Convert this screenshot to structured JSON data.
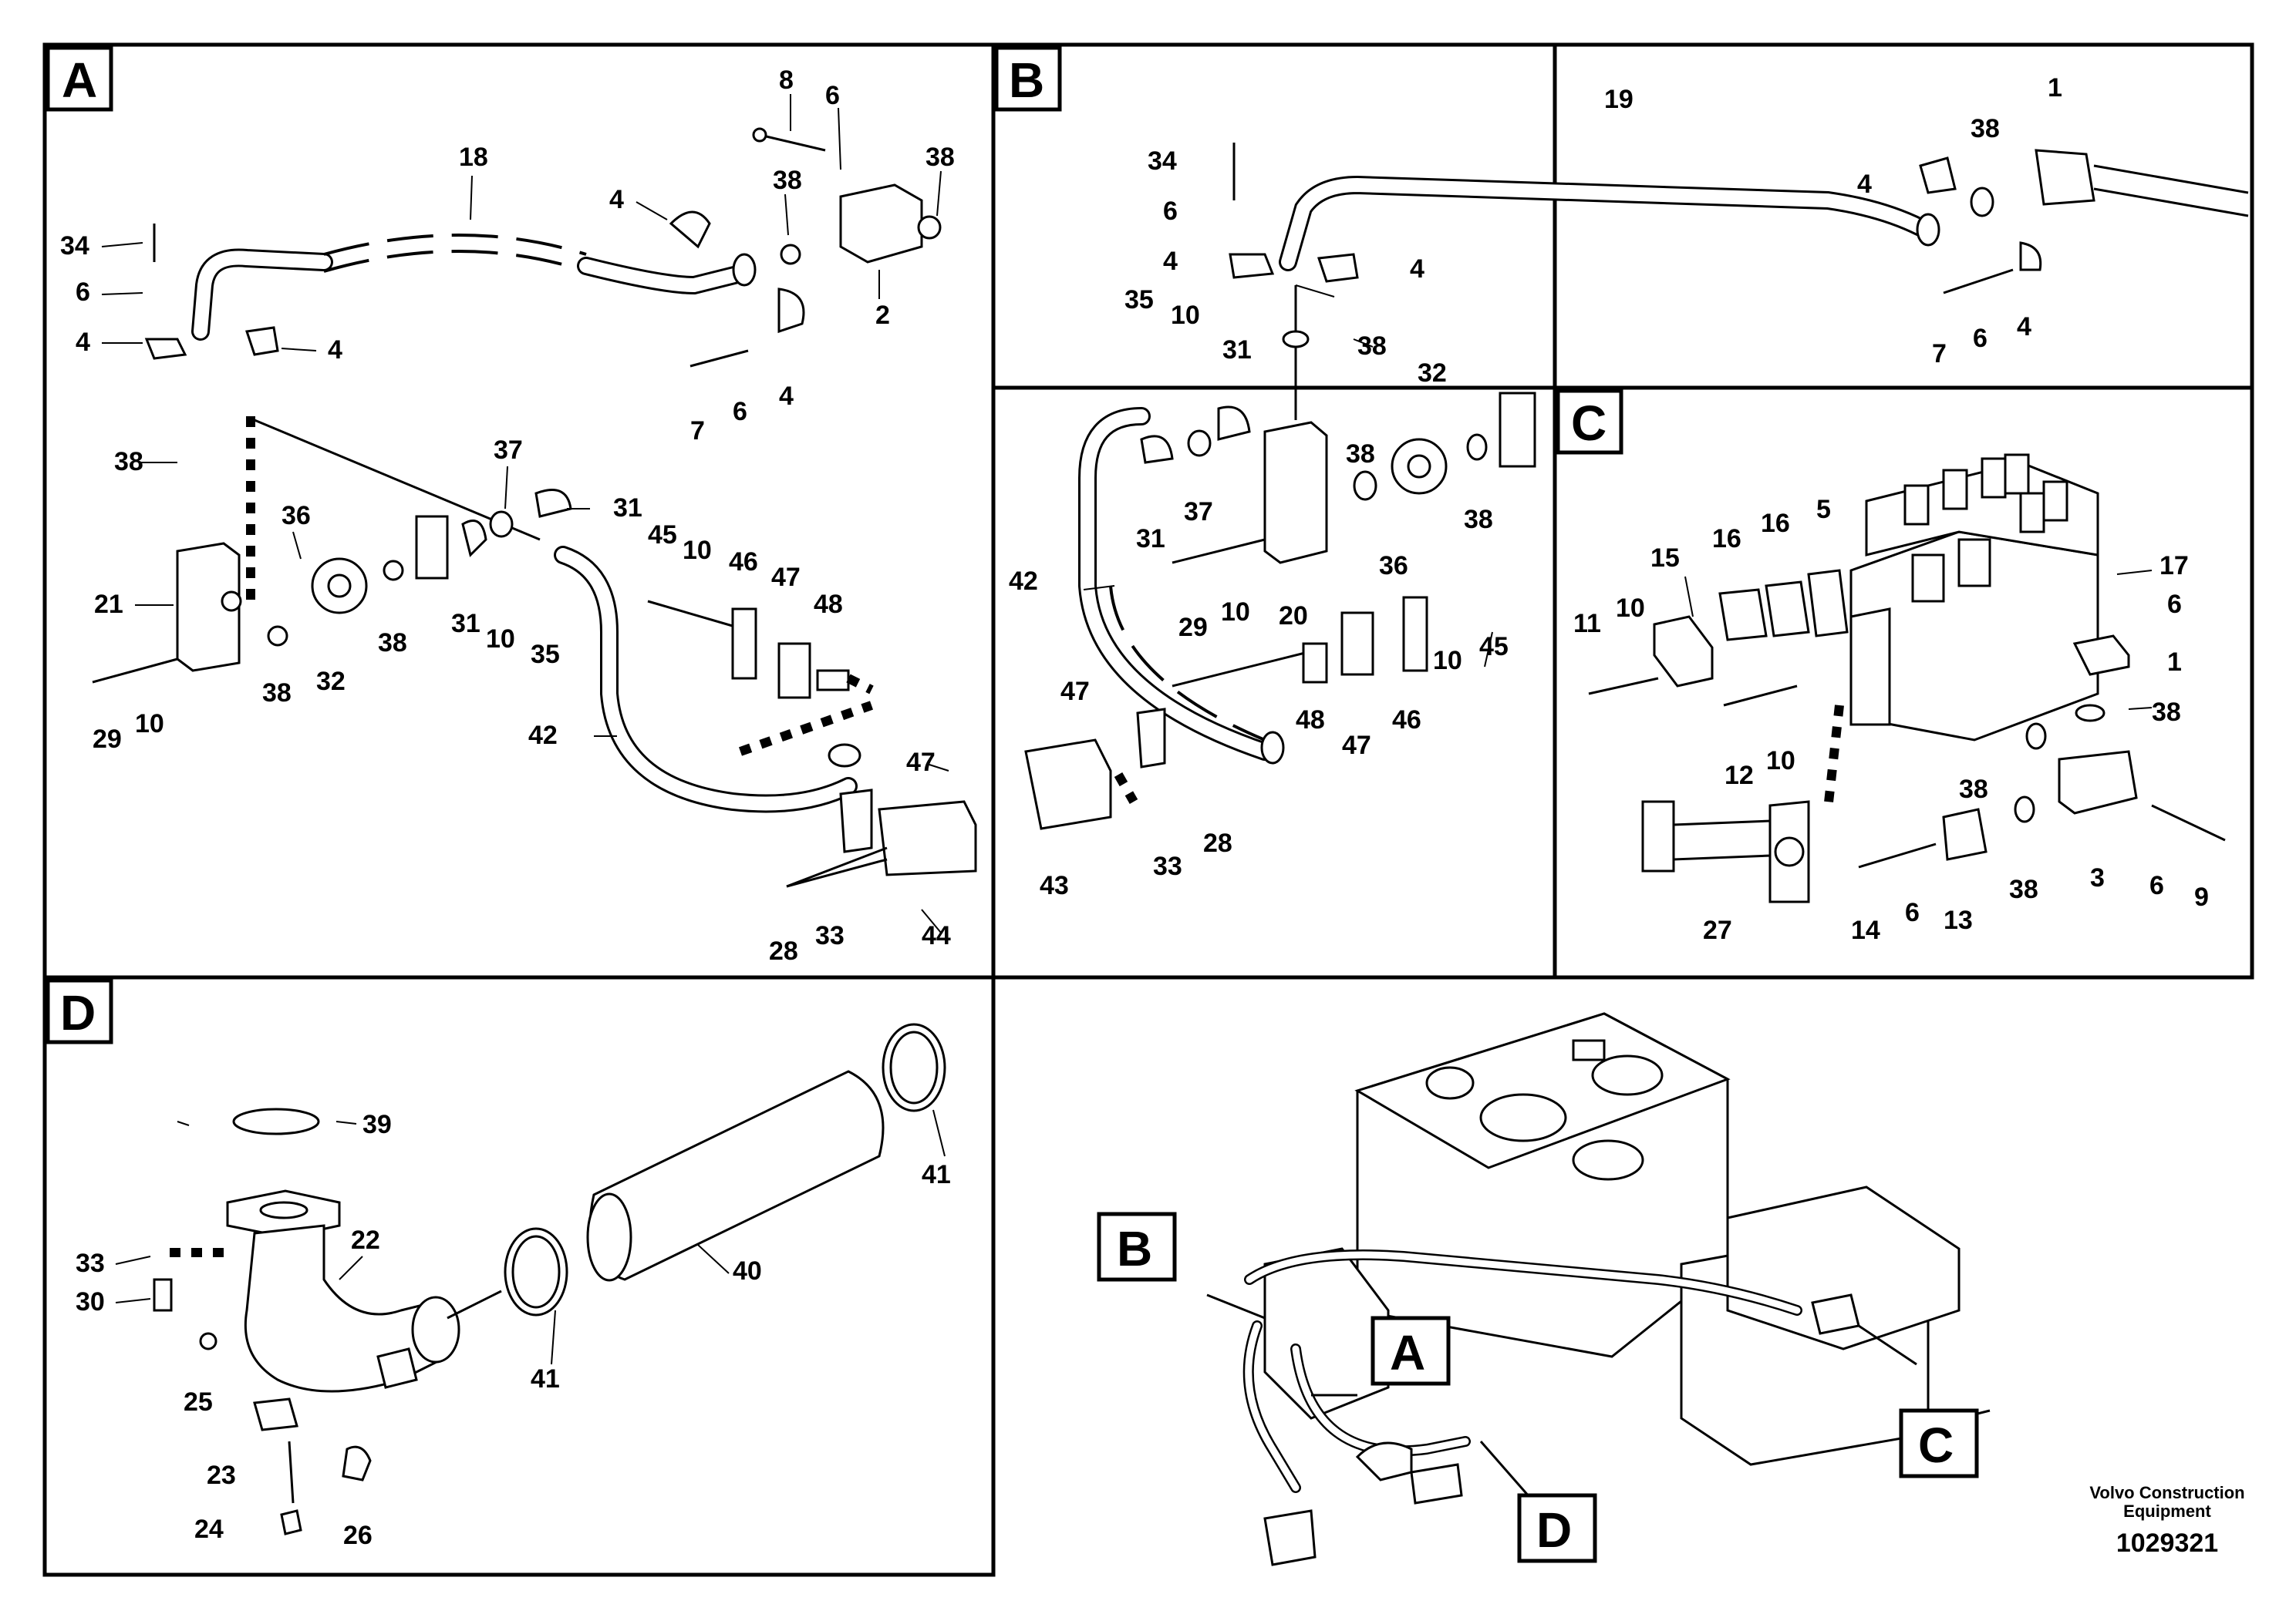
{
  "panels": {
    "A": {
      "label": "A",
      "callouts": [
        "18",
        "8",
        "6",
        "38",
        "4",
        "34",
        "6",
        "4",
        "4",
        "38",
        "2",
        "7",
        "6",
        "4",
        "38",
        "37",
        "31",
        "36",
        "45",
        "10",
        "46",
        "47",
        "48",
        "21",
        "32",
        "38",
        "31",
        "10",
        "35",
        "38",
        "29",
        "10",
        "42",
        "47",
        "28",
        "33",
        "44"
      ]
    },
    "B": {
      "label": "B",
      "callouts": [
        "19",
        "1",
        "34",
        "38",
        "4",
        "6",
        "4",
        "4",
        "35",
        "10",
        "31",
        "38",
        "32",
        "38",
        "31",
        "37",
        "20",
        "36",
        "38",
        "42",
        "29",
        "10",
        "45",
        "47",
        "48",
        "47",
        "10",
        "46",
        "43",
        "33",
        "28",
        "7",
        "6",
        "4"
      ]
    },
    "C": {
      "label": "C",
      "callouts": [
        "15",
        "16",
        "16",
        "5",
        "11",
        "10",
        "17",
        "6",
        "1",
        "38",
        "12",
        "10",
        "38",
        "27",
        "14",
        "6",
        "13",
        "38",
        "3",
        "6",
        "9"
      ]
    },
    "D": {
      "label": "D",
      "callouts": [
        "39",
        "22",
        "40",
        "41",
        "41",
        "33",
        "30",
        "25",
        "23",
        "24",
        "26"
      ]
    }
  },
  "overview_labels": [
    "B",
    "A",
    "C",
    "D"
  ],
  "maker": "Volvo Construction Equipment",
  "maker_line1": "Volvo Construction",
  "maker_line2": "Equipment",
  "doc_number": "1029321"
}
